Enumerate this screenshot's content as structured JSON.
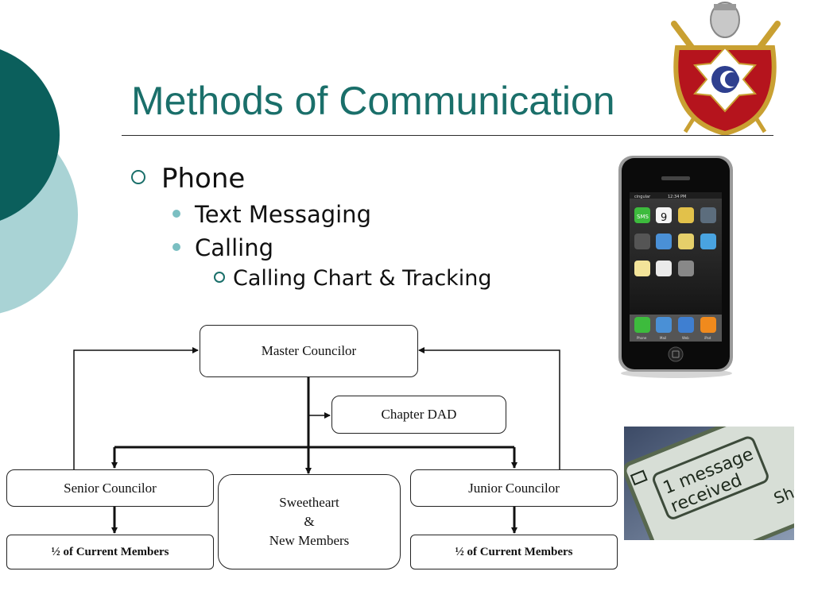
{
  "slide": {
    "title": "Methods of Communication",
    "bullets": {
      "level1": "Phone",
      "level2": [
        "Text Messaging",
        "Calling"
      ],
      "level3": "Calling Chart & Tracking"
    }
  },
  "diagram": {
    "master": "Master Councilor",
    "chapter_dad": "Chapter DAD",
    "senior": "Senior Councilor",
    "junior": "Junior Councilor",
    "sweetheart": [
      "Sweetheart",
      "&",
      "New Members"
    ],
    "senior_members": "½ of Current Members",
    "junior_members": "½ of Current Members"
  },
  "phone_screen": {
    "carrier": "cingular",
    "time": "12:34 PM",
    "calendar_day": "9",
    "sms_label": "SMS",
    "dock_labels": [
      "Phone",
      "Mail",
      "Web",
      "iPod"
    ]
  },
  "lcd_screen": {
    "message_lines": [
      "1 message",
      "received"
    ],
    "softkey": "Show"
  },
  "colors": {
    "title": "#1a6f6a",
    "dark_teal": "#0b5f5c",
    "light_teal": "#a9d3d5",
    "bullet_dot": "#7bbfc2"
  }
}
